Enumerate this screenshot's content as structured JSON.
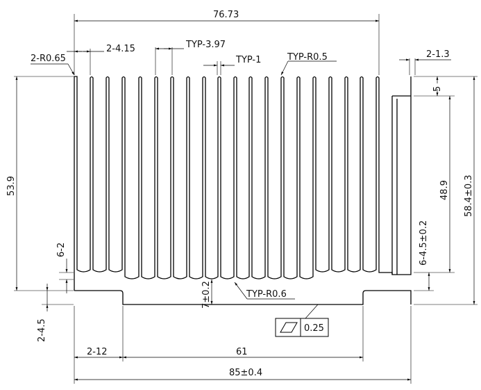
{
  "dimensions": {
    "top_width": "76.73",
    "corner_radius": "2-R0.65",
    "pitch": "2-4.15",
    "typ_pitch": "TYP-3.97",
    "typ_thickness": "TYP-1",
    "typ_tip_radius": "TYP-R0.5",
    "end_gap": "2-1.3",
    "fin_offset": "5",
    "left_height": "53.9",
    "inner_fin_height": "48.9",
    "total_height": "58.4±0.3",
    "root_fillet": "6-2",
    "root_depth": "6-4.5±0.2",
    "base_thickness": "7±0.2",
    "root_radius": "TYP-R0.6",
    "step_height": "2-4.5",
    "step_width": "2-12",
    "center_width": "61",
    "overall_width": "85±0.4"
  },
  "flatness": {
    "symbol": "flatness-parallelogram",
    "tolerance": "0.25"
  }
}
